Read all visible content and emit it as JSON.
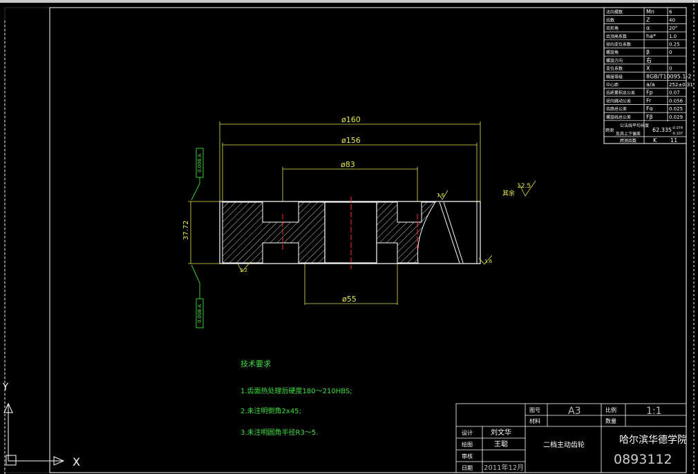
{
  "dims": {
    "d160": "ø160",
    "d156": "ø156",
    "d83": "ø83",
    "d55": "ø55",
    "width": "37.72",
    "tol": "0.008 A",
    "rough_others": "其余",
    "rough_value": "12.5",
    "ra_left": "3.2",
    "ra_right": "1.6",
    "ra_top": "1.6"
  },
  "gear_table": {
    "rows": [
      {
        "name": "法向模数",
        "sym": "Mn",
        "val": "6"
      },
      {
        "name": "齿数",
        "sym": "Z",
        "val": "40"
      },
      {
        "name": "齿形角",
        "sym": "α",
        "val": "20°"
      },
      {
        "name": "齿顶高系数",
        "sym": "ha*",
        "val": "1.0"
      },
      {
        "name": "径向变位系数",
        "sym": "",
        "val": "0.25"
      },
      {
        "name": "螺旋角",
        "sym": "β",
        "val": "0"
      },
      {
        "name": "螺旋方向",
        "sym": "右",
        "val": ""
      },
      {
        "name": "变位系数",
        "sym": "X",
        "val": "0"
      },
      {
        "name": "精度等级",
        "sym": "8GB/T10095.1-2",
        "val": ""
      },
      {
        "name": "中心距",
        "sym": "a/a",
        "val": "252±0.31"
      },
      {
        "name": "齿距累积总公差",
        "sym": "Fp",
        "val": "0.07"
      },
      {
        "name": "径向跳动公差",
        "sym": "Fr",
        "val": "0.056"
      },
      {
        "name": "齿廓总公差",
        "sym": "Fα",
        "val": "0.025"
      },
      {
        "name": "螺旋线总公差",
        "sym": "Fβ",
        "val": "0.029"
      }
    ],
    "span_label": "公法线平均长度",
    "span_prefix": "跨测",
    "span_sub": "及其上下偏差",
    "span_val": "62.335",
    "span_dev_up": "-0.074",
    "span_dev_lo": "-0.107",
    "k_name": "跨测齿数",
    "k_sym": "K",
    "k_val": "11"
  },
  "tech": {
    "title": "技术要求",
    "items": [
      "1.齿面热处理后硬度180～210HBS;",
      "2.未注明倒角2x45;",
      "3.未注明圆角半径R3～5."
    ]
  },
  "title_block": {
    "drawing_no_label": "图号",
    "drawing_no": "A3",
    "scale_label": "比例",
    "scale": "1:1",
    "material_label": "材料",
    "qty_label": "数量",
    "design_label": "设计",
    "designer": "刘文华",
    "draw_label": "绘图",
    "drawer": "王聪",
    "check_label": "审核",
    "date_label": "日期",
    "date": "2011年12月",
    "part_name": "二档主动齿轮",
    "school": "哈尔滨华德学院",
    "number": "0893112"
  },
  "ucs": {
    "x": "X",
    "y": "Y"
  }
}
